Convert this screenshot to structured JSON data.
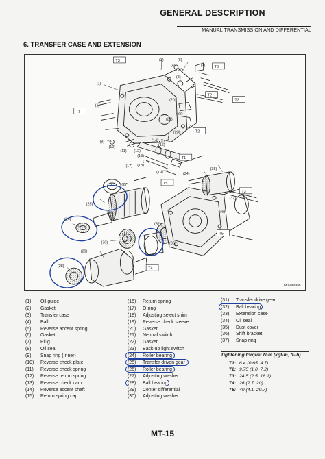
{
  "header": {
    "title": "GENERAL DESCRIPTION",
    "subtitle": "MANUAL TRANSMISSION AND DIFFERENTIAL"
  },
  "section": {
    "title": "6. TRANSFER CASE AND EXTENSION"
  },
  "figure": {
    "code": "MT-00008",
    "callouts": {
      "c1": "(1)",
      "c2": "(2)",
      "c3": "(3)",
      "c4": "(4)",
      "c5": "(5)",
      "c6": "(6)",
      "c7": "(7)",
      "c8": "(8)",
      "c9": "(9)",
      "c10": "(10)",
      "c11": "(11)",
      "c12": "(12)",
      "c13": "(13)",
      "c14": "(14)",
      "c15": "(15)",
      "c16": "(16)",
      "c17": "(17)",
      "c18": "(18)",
      "c19": "(19)",
      "c20": "(20)",
      "c21": "(21)",
      "c22": "(22)",
      "c23": "(23)",
      "c24": "(24)",
      "c25": "(25)",
      "c26": "(26)",
      "c27": "(27)",
      "c28": "(28)",
      "c29": "(29)",
      "c30": "(30)",
      "c31": "(31)",
      "c32": "(32)",
      "c33": "(33)",
      "c34": "(34)",
      "c35": "(35)",
      "c36": "(36)",
      "c37": "(37)"
    },
    "torque_tags": {
      "t1": "T1",
      "t2": "T2",
      "t3": "T3",
      "t4": "T4",
      "t5": "T5"
    }
  },
  "legend": {
    "col1": [
      {
        "num": "(1)",
        "name": "Oil guide"
      },
      {
        "num": "(2)",
        "name": "Gasket"
      },
      {
        "num": "(3)",
        "name": "Transfer case"
      },
      {
        "num": "(4)",
        "name": "Ball"
      },
      {
        "num": "(5)",
        "name": "Reverse accent spring"
      },
      {
        "num": "(6)",
        "name": "Gasket"
      },
      {
        "num": "(7)",
        "name": "Plug"
      },
      {
        "num": "(8)",
        "name": "Oil seal"
      },
      {
        "num": "(9)",
        "name": "Snap ring (Inner)"
      },
      {
        "num": "(10)",
        "name": "Reverse check plate"
      },
      {
        "num": "(11)",
        "name": "Reverse check spring"
      },
      {
        "num": "(12)",
        "name": "Reverse return spring"
      },
      {
        "num": "(13)",
        "name": "Reverse check cam"
      },
      {
        "num": "(14)",
        "name": "Reverse accent shaft"
      },
      {
        "num": "(15)",
        "name": "Return spring cap"
      }
    ],
    "col2": [
      {
        "num": "(16)",
        "name": "Return spring"
      },
      {
        "num": "(17)",
        "name": "O-ring"
      },
      {
        "num": "(18)",
        "name": "Adjusting select shim"
      },
      {
        "num": "(19)",
        "name": "Reverse check sleeve"
      },
      {
        "num": "(20)",
        "name": "Gasket"
      },
      {
        "num": "(21)",
        "name": "Neutral switch"
      },
      {
        "num": "(22)",
        "name": "Gasket"
      },
      {
        "num": "(23)",
        "name": "Back-up light switch"
      },
      {
        "num": "(24)",
        "name": "Roller bearing"
      },
      {
        "num": "(25)",
        "name": "Transfer driven gear"
      },
      {
        "num": "(26)",
        "name": "Roller bearing"
      },
      {
        "num": "(27)",
        "name": "Adjusting washer"
      },
      {
        "num": "(28)",
        "name": "Ball bearing"
      },
      {
        "num": "(29)",
        "name": "Center differential"
      },
      {
        "num": "(30)",
        "name": "Adjusting washer"
      }
    ],
    "col3": [
      {
        "num": "(31)",
        "name": "Transfer drive gear"
      },
      {
        "num": "(32)",
        "name": "Ball bearing"
      },
      {
        "num": "(33)",
        "name": "Extension case"
      },
      {
        "num": "(34)",
        "name": "Oil seal"
      },
      {
        "num": "(35)",
        "name": "Dust cover"
      },
      {
        "num": "(36)",
        "name": "Shift bracket"
      },
      {
        "num": "(37)",
        "name": "Snap ring"
      }
    ]
  },
  "torque": {
    "title": "Tightening torque: N·m (kgf-m, ft-lb)",
    "rows": [
      {
        "key": "T1:",
        "value": "6.4 (0.65, 4.7)"
      },
      {
        "key": "T2:",
        "value": "9.75 (1.0, 7.2)"
      },
      {
        "key": "T3:",
        "value": "24.5 (2.5, 18.1)"
      },
      {
        "key": "T4:",
        "value": "26 (2.7, 20)"
      },
      {
        "key": "T5:",
        "value": "40 (4.1, 29.7)"
      }
    ]
  },
  "footer": {
    "page": "MT-15"
  },
  "annotation_color": "#1f3fa0"
}
